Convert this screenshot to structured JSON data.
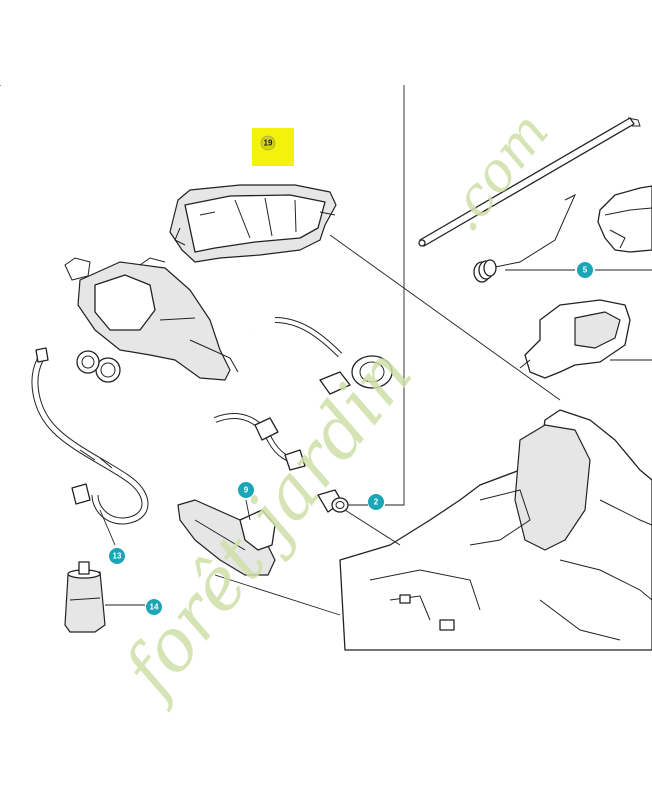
{
  "diagram": {
    "callouts": [
      {
        "id": "19",
        "label": "19",
        "style": "highlight"
      },
      {
        "id": "5",
        "label": "5",
        "style": "teal"
      },
      {
        "id": "2",
        "label": "2",
        "style": "teal"
      },
      {
        "id": "9",
        "label": "9",
        "style": "teal"
      },
      {
        "id": "13",
        "label": "13",
        "style": "teal"
      },
      {
        "id": "14",
        "label": "14",
        "style": "teal"
      }
    ],
    "colors": {
      "callout_teal": "#1aa6b7",
      "highlight": "#f2f20a",
      "watermark": "#cfe0a9",
      "line": "#222222"
    }
  },
  "watermark": {
    "text_main": "forêt jardin",
    "text_domain": ".com"
  }
}
